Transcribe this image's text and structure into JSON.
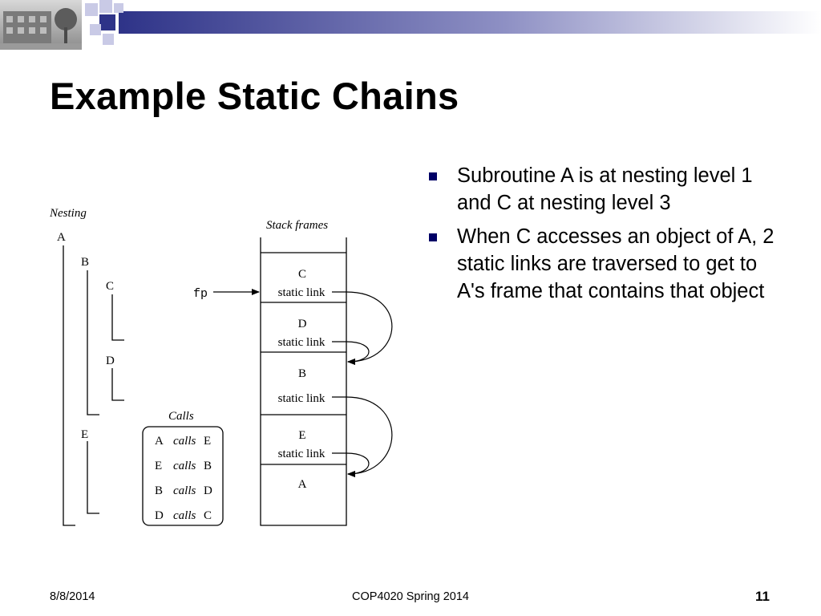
{
  "slide": {
    "title": "Example Static Chains",
    "bullets": [
      "Subroutine A is at nesting level 1 and C at nesting level 3",
      "When C accesses an object of A, 2 static links are traversed to get to A's frame that contains that object"
    ]
  },
  "diagram": {
    "nesting_label": "Nesting",
    "nesting_names": [
      "A",
      "B",
      "C",
      "D",
      "E"
    ],
    "stack_label": "Stack frames",
    "fp_label": "fp",
    "frames": [
      {
        "name": "C",
        "link": "static link"
      },
      {
        "name": "D",
        "link": "static link"
      },
      {
        "name": "B",
        "link": "static link"
      },
      {
        "name": "E",
        "link": "static link"
      },
      {
        "name": "A"
      }
    ],
    "calls_label": "Calls",
    "calls": [
      {
        "caller": "A",
        "verb": "calls",
        "callee": "E"
      },
      {
        "caller": "E",
        "verb": "calls",
        "callee": "B"
      },
      {
        "caller": "B",
        "verb": "calls",
        "callee": "D"
      },
      {
        "caller": "D",
        "verb": "calls",
        "callee": "C"
      }
    ]
  },
  "footer": {
    "date": "8/8/2014",
    "course": "COP4020 Spring 2014",
    "page": "11"
  },
  "colors": {
    "bullet": "#000066",
    "banner_blue": "#3a3f8f"
  }
}
